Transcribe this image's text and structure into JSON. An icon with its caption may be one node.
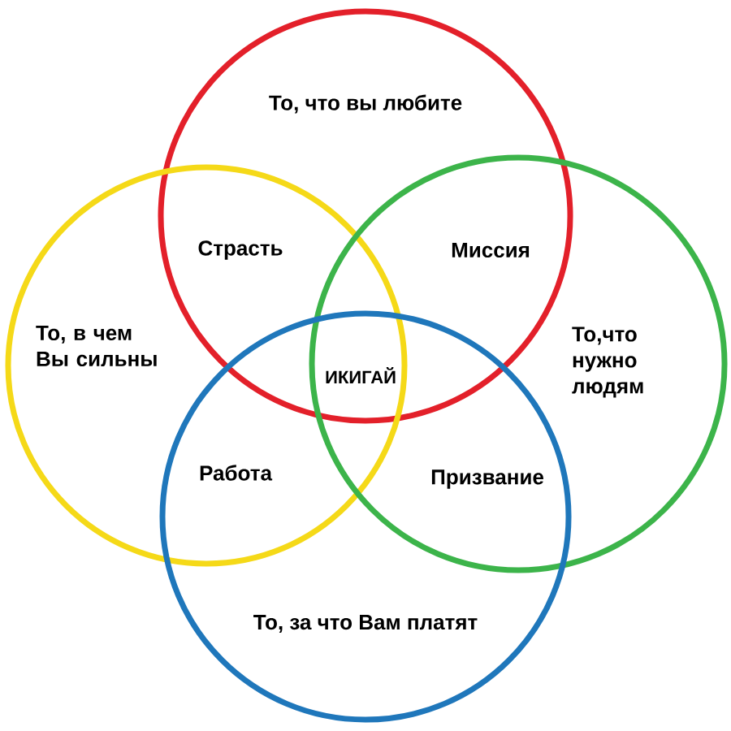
{
  "diagram": {
    "nodes": [
      {
        "text": [
          "То, что вы любите"
        ]
      },
      {
        "text": [
          "То, в чем Вы сильны"
        ]
      },
      {
        "text": [
          "То,что нужно людям"
        ]
      },
      {
        "text": [
          "То, за что Вам платят"
        ]
      }
    ],
    "labels": [
      "Страсть",
      "Миссия",
      "ИКИГАЙ",
      "Работа",
      "Призвание"
    ]
  }
}
